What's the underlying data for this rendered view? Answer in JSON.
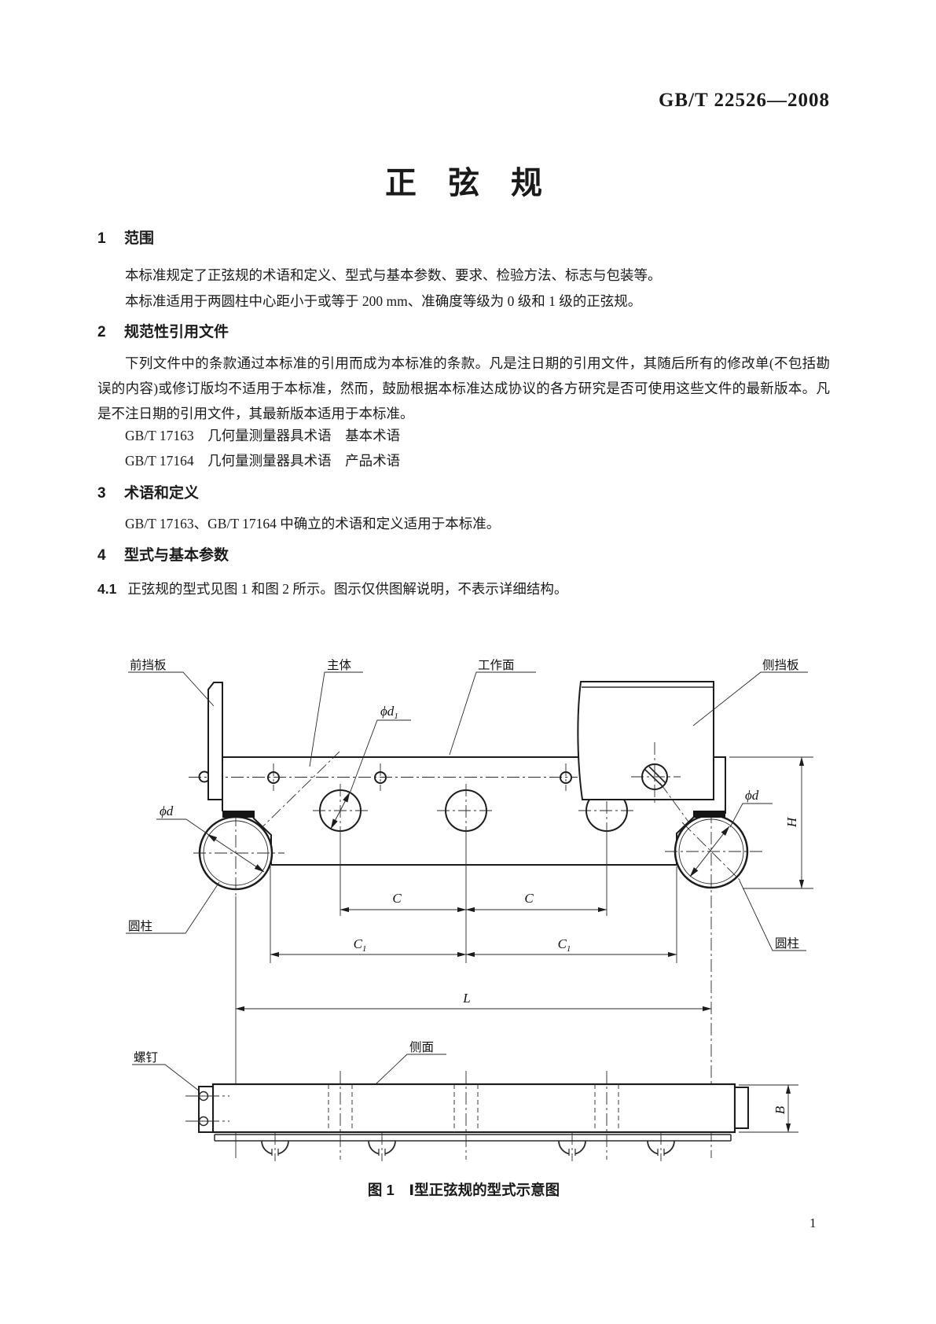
{
  "page": {
    "header_code": "GB/T 22526—2008",
    "title": "正　弦　规",
    "page_number": "1"
  },
  "sections": [
    {
      "number": "1",
      "heading": "范围",
      "paras": [
        "本标准规定了正弦规的术语和定义、型式与基本参数、要求、检验方法、标志与包装等。",
        "本标准适用于两圆柱中心距小于或等于 200 mm、准确度等级为 0 级和 1 级的正弦规。"
      ]
    },
    {
      "number": "2",
      "heading": "规范性引用文件",
      "intro": "下列文件中的条款通过本标准的引用而成为本标准的条款。凡是注日期的引用文件，其随后所有的修改单(不包括勘误的内容)或修订版均不适用于本标准，然而，鼓励根据本标准达成协议的各方研究是否可使用这些文件的最新版本。凡是不注日期的引用文件，其最新版本适用于本标准。",
      "refs": [
        "GB/T 17163　几何量测量器具术语　基本术语",
        "GB/T 17164　几何量测量器具术语　产品术语"
      ]
    },
    {
      "number": "3",
      "heading": "术语和定义",
      "paras": [
        "GB/T 17163、GB/T 17164 中确立的术语和定义适用于本标准。"
      ]
    },
    {
      "number": "4",
      "heading": "型式与基本参数",
      "clause_number": "4.1",
      "clause_text": "正弦规的型式见图 1 和图 2 所示。图示仅供图解说明，不表示详细结构。"
    }
  ],
  "figure": {
    "caption": "图 1　Ⅰ型正弦规的型式示意图",
    "labels": {
      "front_plate": "前挡板",
      "body": "主体",
      "work_surface": "工作面",
      "side_plate": "侧挡板",
      "cylinder_left": "圆柱",
      "cylinder_right": "圆柱",
      "screw": "螺钉",
      "side_face": "侧面"
    },
    "dims": {
      "phi_d": "ϕd",
      "phi_d1_base": "ϕd",
      "sub_1": "1",
      "C": "C",
      "C1_base": "C",
      "L": "L",
      "H": "H",
      "B": "B"
    }
  }
}
